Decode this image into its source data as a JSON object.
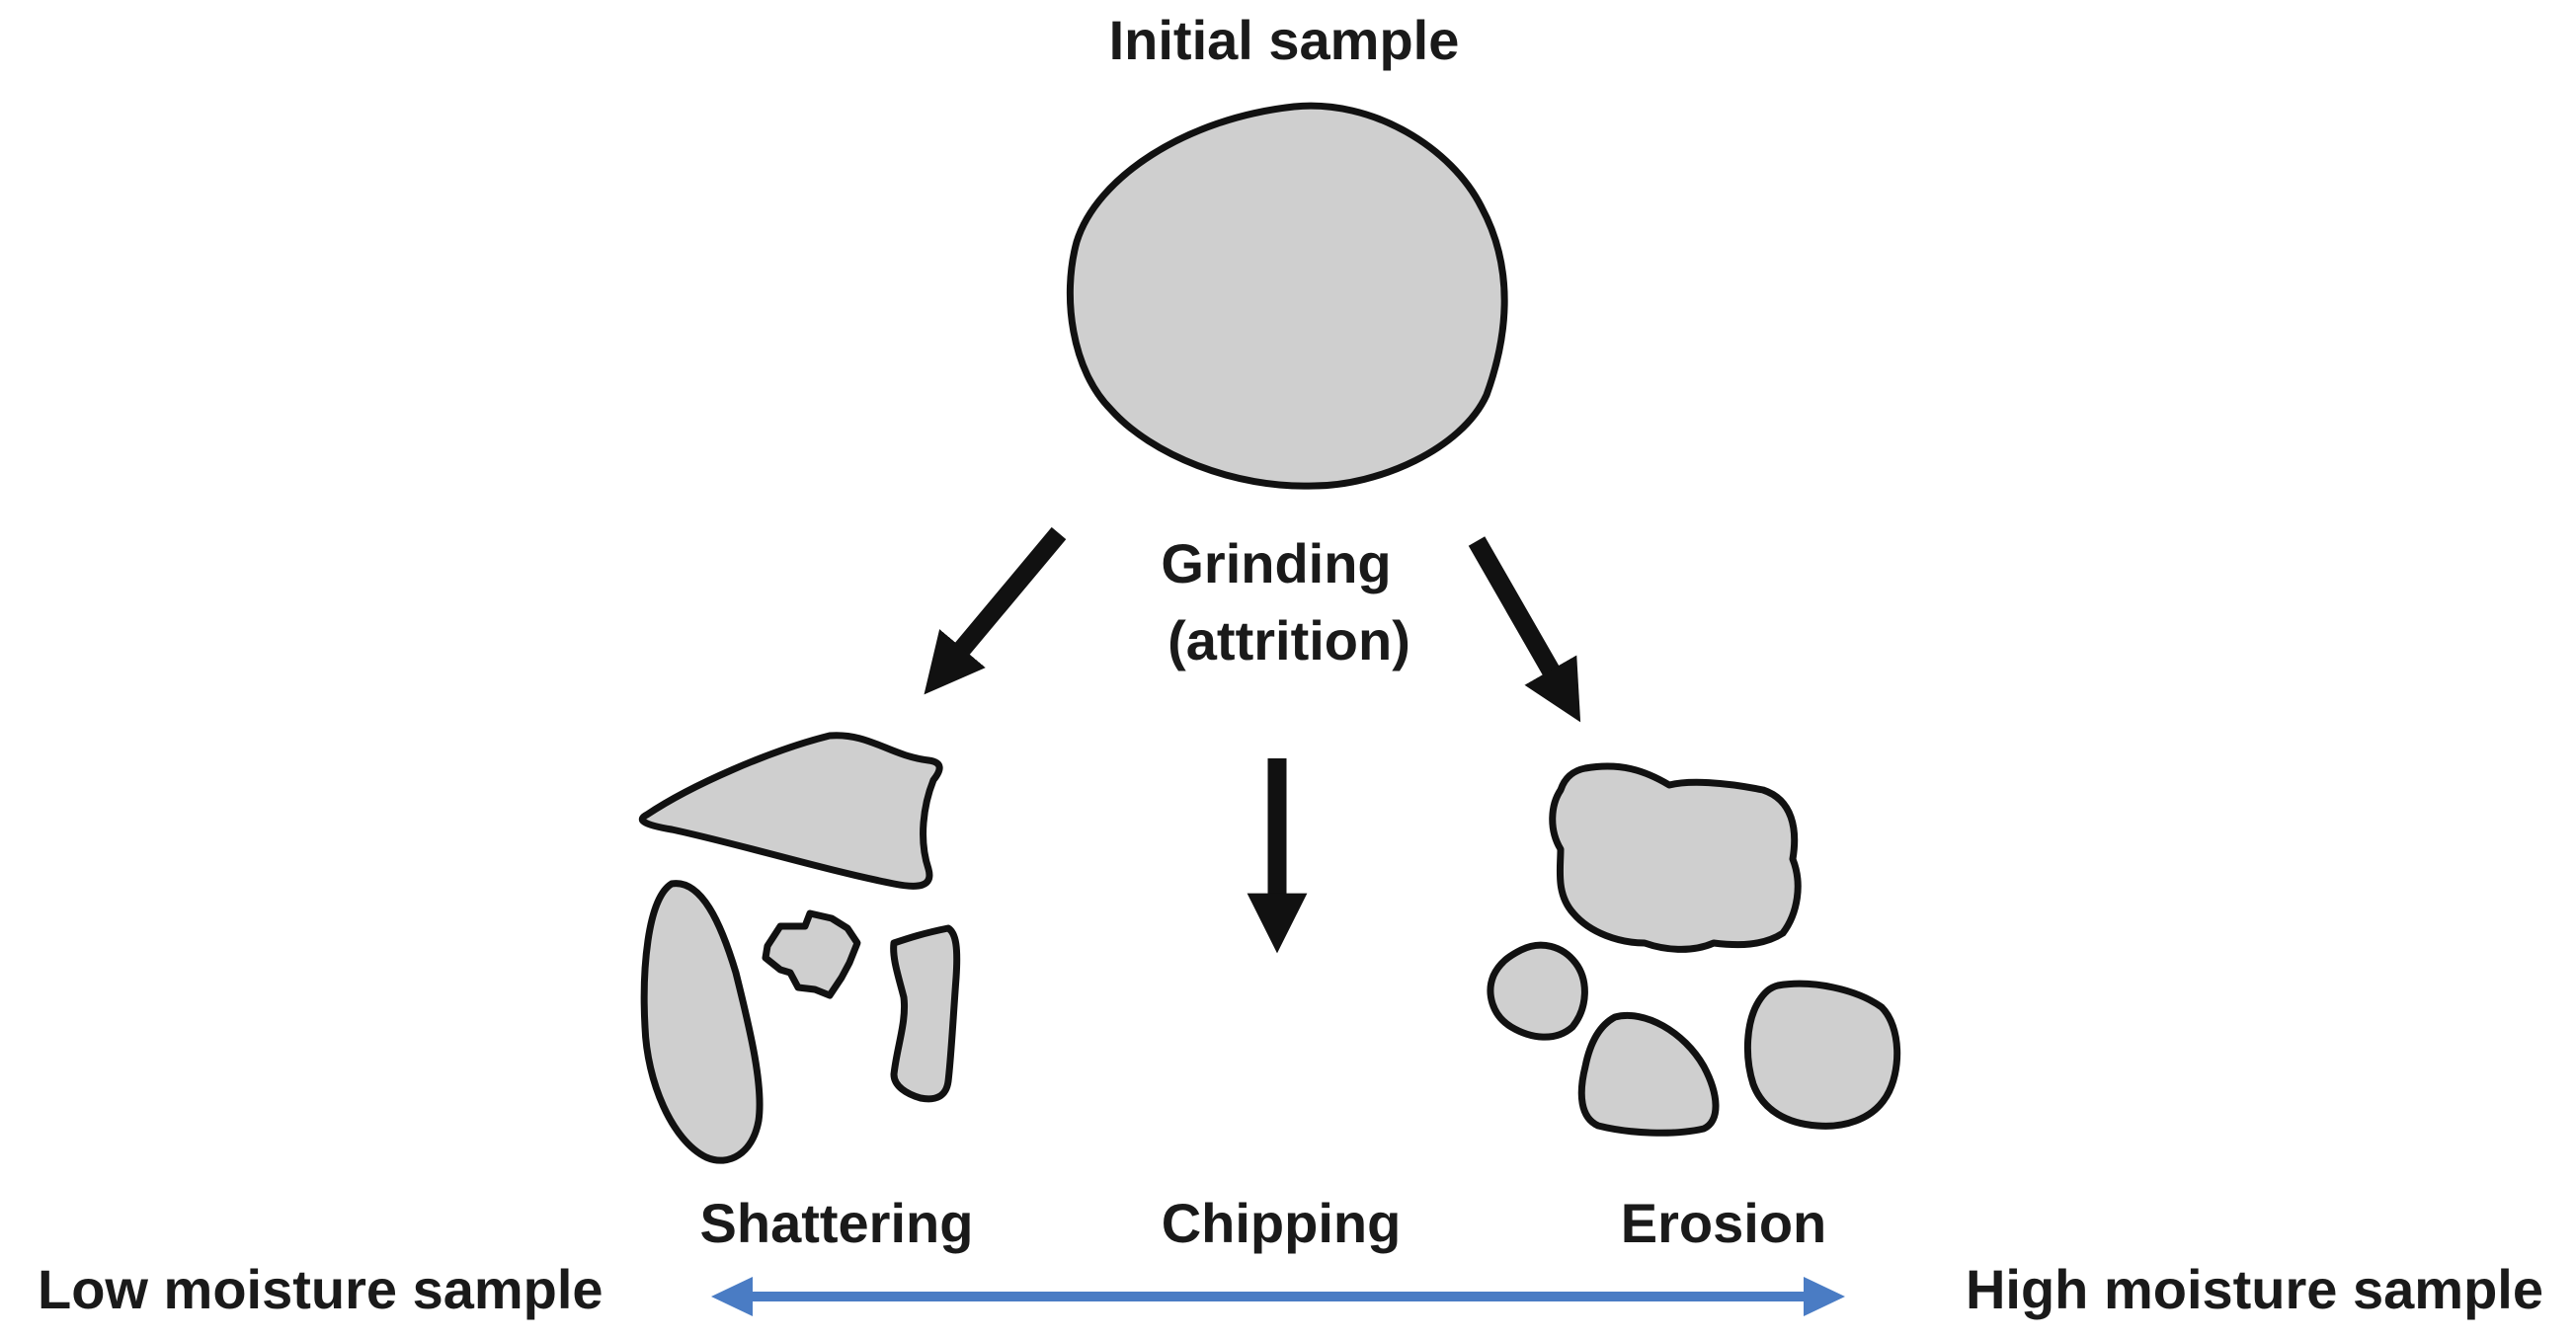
{
  "labels": {
    "initial_sample": "Initial sample",
    "grinding_line1": "Grinding",
    "grinding_line2": "(attrition)",
    "shattering": "Shattering",
    "chipping": "Chipping",
    "erosion": "Erosion",
    "low_moisture": "Low moisture sample",
    "high_moisture": "High moisture sample"
  },
  "colors": {
    "particle_fill": "#cfcfcf",
    "outline": "#111111",
    "process_arrow": "#111111",
    "moisture_arrow": "#4a7cc4",
    "text": "#1a1a1a"
  }
}
